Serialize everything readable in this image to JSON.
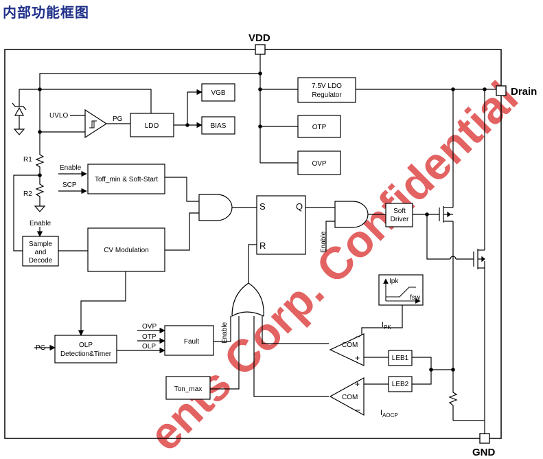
{
  "heading": "内部功能框图",
  "pins": {
    "vdd": "VDD",
    "drain": "Drain",
    "gnd": "GND"
  },
  "blocks": {
    "ldo_reg": [
      "7.5V LDO",
      "Regulator"
    ],
    "vgb": "VGB",
    "bias": "BIAS",
    "ldo": "LDO",
    "otp": "OTP",
    "ovp": "OVP",
    "toff": "Toff_min & Soft-Start",
    "cv": "CV Modulation",
    "sample": [
      "Sample",
      "and",
      "Decode"
    ],
    "olp": [
      "OLP",
      "Detection&Timer"
    ],
    "fault": "Fault",
    "ton": "Ton_max",
    "soft_driver": [
      "Soft",
      "Driver"
    ],
    "leb1": "LEB1",
    "leb2": "LEB2",
    "com1": "COM",
    "com2": "COM",
    "sr_s": "S",
    "sr_q": "Q",
    "sr_r": "R",
    "ipk_graph_y": "Ipk",
    "ipk_graph_x": "fsw"
  },
  "signals": {
    "uvlo": "UVLO",
    "pg1": "PG",
    "r1": "R1",
    "r2": "R2",
    "enable1": "Enable",
    "scp": "SCP",
    "enable2": "Enable",
    "enable_vert1": "Enable",
    "enable_vert2": "Enable",
    "ovp_in": "OVP",
    "otp_in": "OTP",
    "olp_in": "OLP",
    "pg2": "PG",
    "ipk_main": "I",
    "ipk_sub": "PK",
    "iaocp_main": "I",
    "iaocp_sub": "AOCP",
    "plus1": "+",
    "minus1": "−",
    "plus2": "+",
    "minus2": "−"
  },
  "watermark": "ents Corp. Confidential"
}
